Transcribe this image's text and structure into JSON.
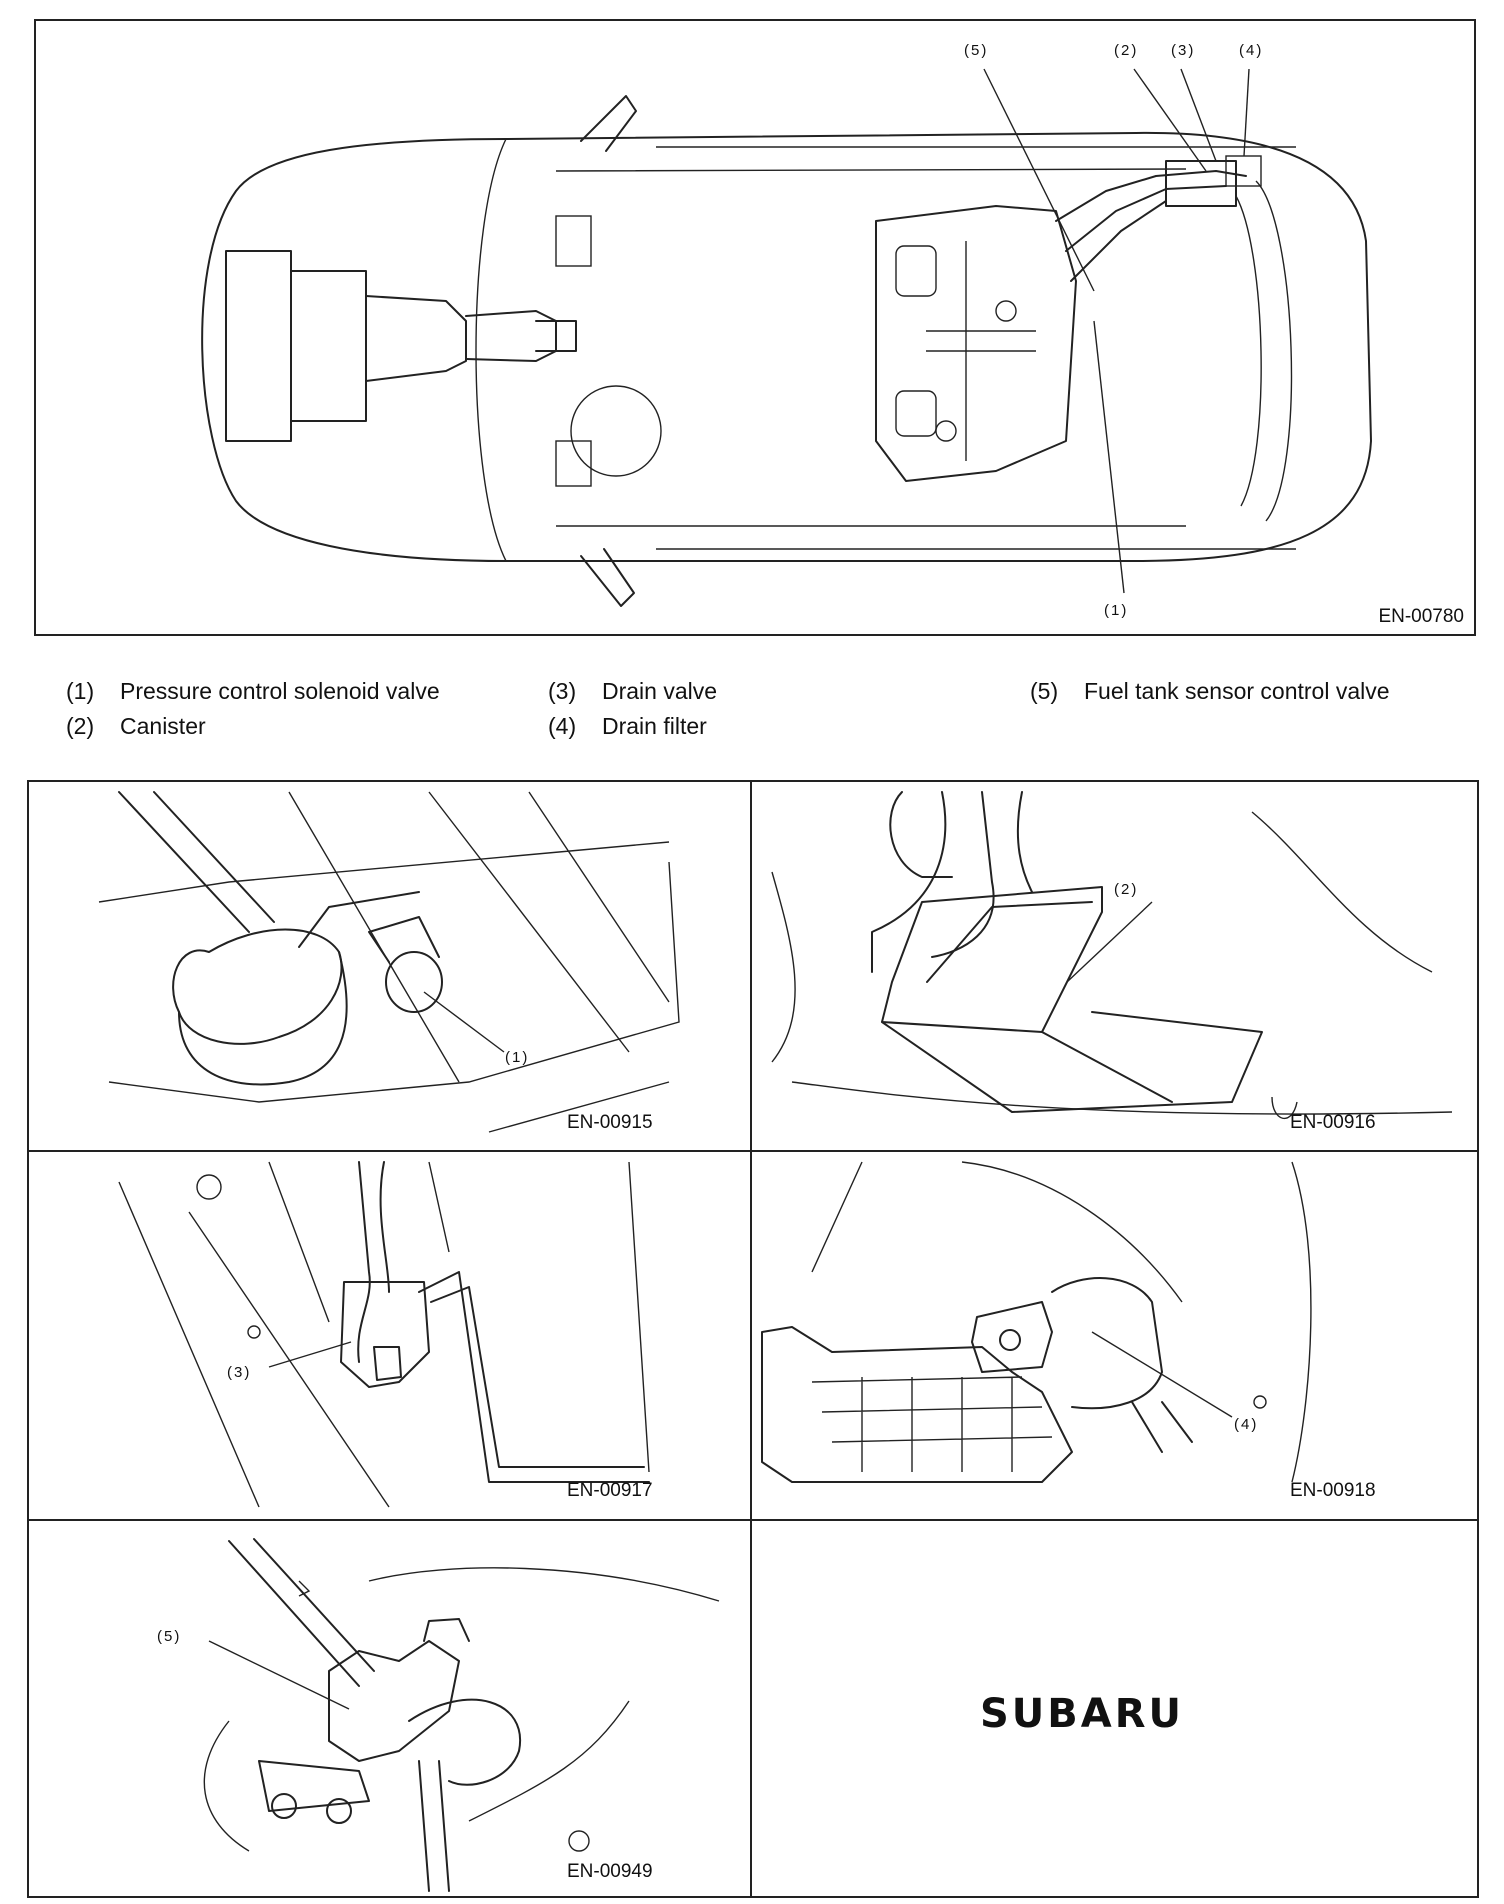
{
  "overview": {
    "figure_code": "EN-00780",
    "callouts": [
      "(1)",
      "(2)",
      "(3)",
      "(4)",
      "(5)"
    ]
  },
  "legend": [
    {
      "num": "(1)",
      "text": "Pressure control solenoid valve"
    },
    {
      "num": "(2)",
      "text": "Canister"
    },
    {
      "num": "(3)",
      "text": "Drain valve"
    },
    {
      "num": "(4)",
      "text": "Drain filter"
    },
    {
      "num": "(5)",
      "text": "Fuel tank sensor control valve"
    }
  ],
  "panels": [
    {
      "code": "EN-00915",
      "callout": "(1)"
    },
    {
      "code": "EN-00916",
      "callout": "(2)"
    },
    {
      "code": "EN-00917",
      "callout": "(3)"
    },
    {
      "code": "EN-00918",
      "callout": "(4)"
    },
    {
      "code": "EN-00949",
      "callout": "(5)"
    }
  ],
  "logo": "SUBARU"
}
